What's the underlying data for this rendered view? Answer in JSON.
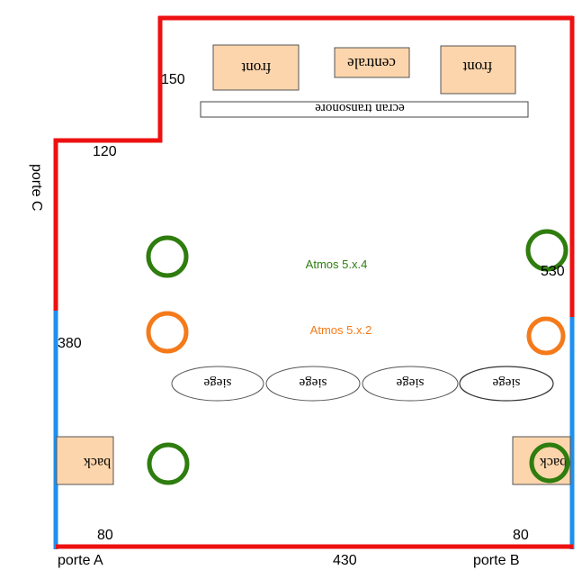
{
  "colors": {
    "wall_red": "#ee1111",
    "wall_blue": "#1e90f0",
    "speaker_fill": "#fcd5ac",
    "atmos_green": "#2e7d0e",
    "atmos_orange": "#f47a1a"
  },
  "dimensions": {
    "top_left_step": "150",
    "left_step": "120",
    "left_wall": "380",
    "right_wall": "530",
    "bottom_left": "80",
    "bottom_right": "80",
    "bottom_width": "430"
  },
  "doors": {
    "a": "porte A",
    "b": "porte B",
    "c": "porte C"
  },
  "speakers": {
    "front_left": "front",
    "center": "centrale",
    "front_right": "front",
    "back_left": "back",
    "back_right": "back"
  },
  "screen": {
    "label": "ecran transonore"
  },
  "seats": [
    "siege",
    "siege",
    "siege",
    "siege"
  ],
  "atmos": {
    "label_4": "Atmos 5.x.4",
    "label_2": "Atmos 5.x.2"
  }
}
